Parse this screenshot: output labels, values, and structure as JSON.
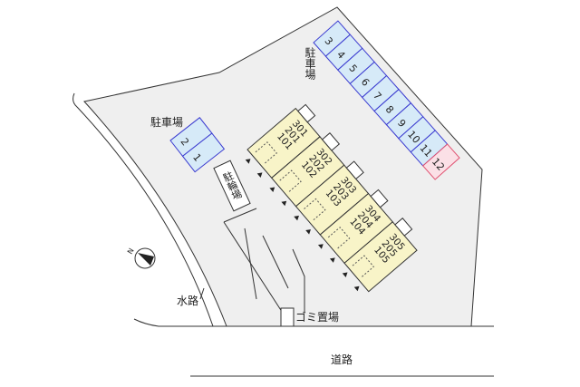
{
  "labels": {
    "parking_left": "駐車場",
    "parking_right": "駐車場",
    "bicycle_parking": "駐輪場",
    "waterway": "水路",
    "garbage": "ゴミ置場",
    "road": "道路",
    "north": "N"
  },
  "parking_left_spaces": [
    "2",
    "1"
  ],
  "parking_right_spaces": [
    "3",
    "4",
    "5",
    "6",
    "7",
    "8",
    "9",
    "10",
    "11",
    "12"
  ],
  "highlighted_space": "12",
  "units": [
    [
      "301",
      "201",
      "101"
    ],
    [
      "302",
      "202",
      "102"
    ],
    [
      "303",
      "203",
      "103"
    ],
    [
      "304",
      "204",
      "104"
    ],
    [
      "305",
      "205",
      "105"
    ]
  ],
  "colors": {
    "lot": "#efefef",
    "parking_fill": "#d6eaf8",
    "parking_stroke": "#3a3ad0",
    "highlight_fill": "#fbe0e6",
    "highlight_stroke": "#e05070",
    "building_fill": "#f8f4c8",
    "line": "#333333"
  }
}
